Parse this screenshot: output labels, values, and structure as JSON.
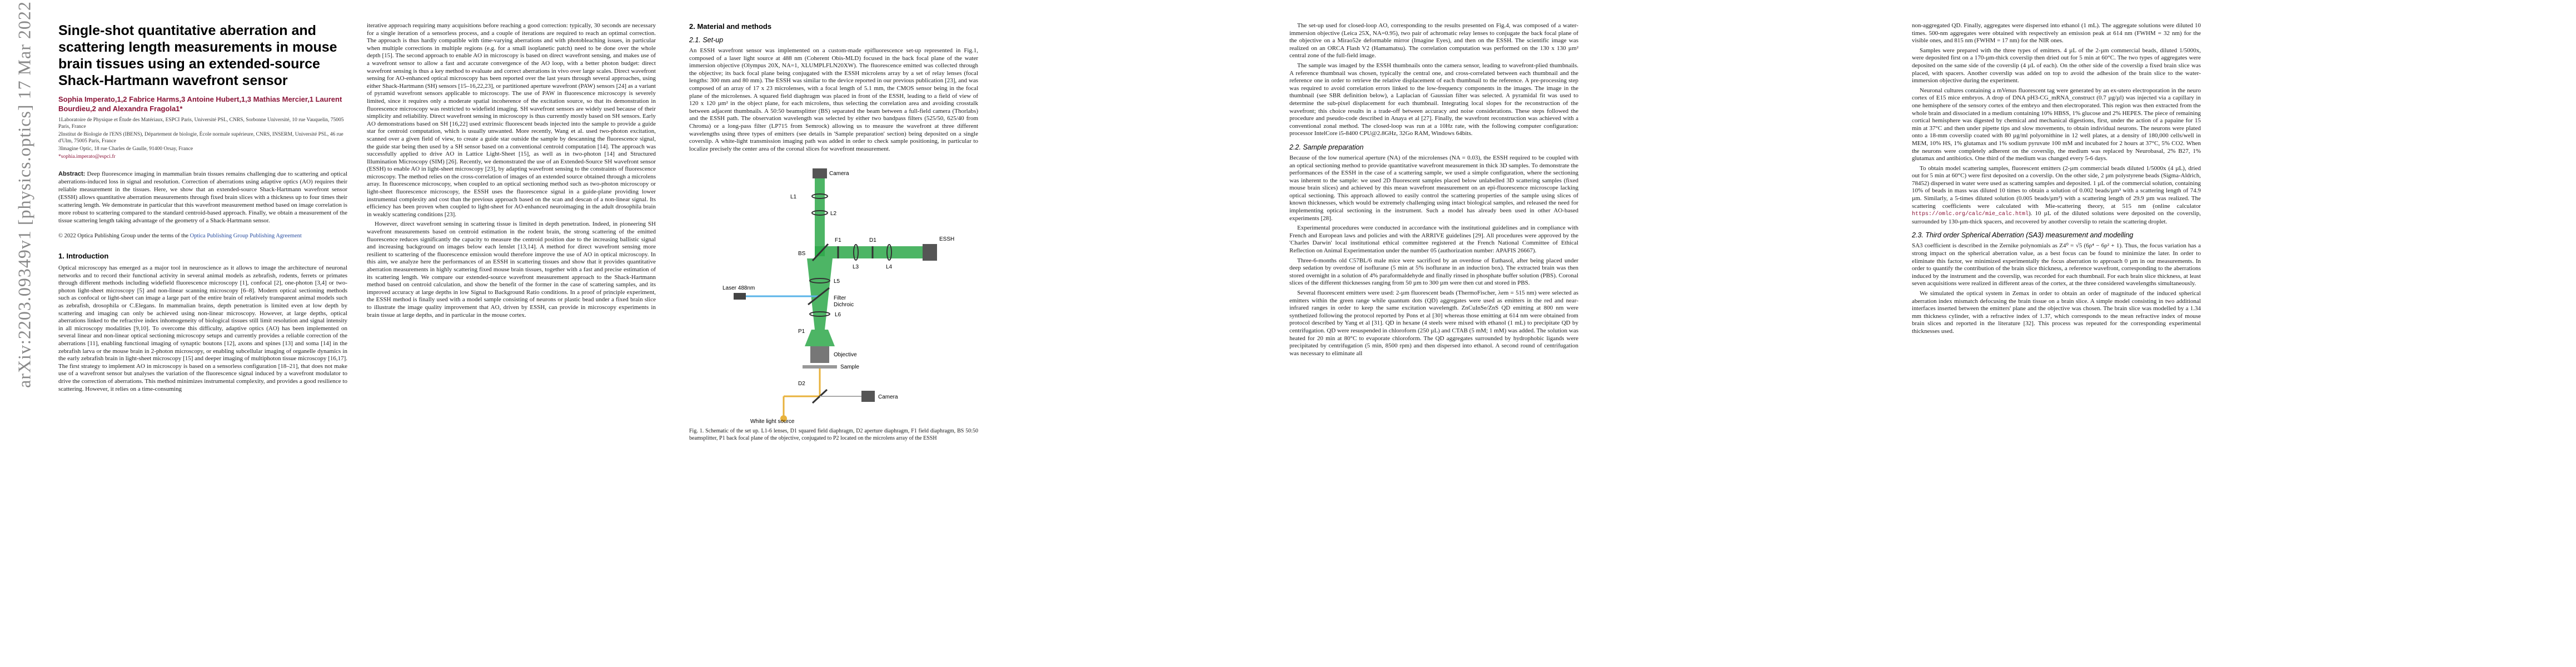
{
  "arxiv_id": "arXiv:2203.09349v1  [physics.optics]  17 Mar 2022",
  "page1": {
    "title": "Single-shot quantitative aberration and scattering length measurements in mouse brain tissues using an extended-source Shack-Hartmann wavefront sensor",
    "authors": "Sophia Imperato,1,2 Fabrice Harms,3 Antoine Hubert,1,3 Mathias Mercier,1 Laurent Bourdieu,2 and Alexandra Fragola1*",
    "affiliations": [
      "1Laboratoire de Physique et Étude des Matériaux, ESPCI Paris, Université PSL, CNRS, Sorbonne Université, 10 rue Vauquelin, 75005 Paris, France",
      "2Institut de Biologie de l'ENS (IBENS), Département de biologie, École normale supérieure, CNRS, INSERM, Université PSL, 46 rue d'Ulm, 75005 Paris, France",
      "3Imagine Optic, 18 rue Charles de Gaulle, 91400 Orsay, France"
    ],
    "email": "*sophia.imperato@espci.fr",
    "abstract_label": "Abstract:",
    "abstract": "Deep fluorescence imaging in mammalian brain tissues remains challenging due to scattering and optical aberrations-induced loss in signal and resolution. Correction of aberrations using adaptive optics (AO) requires their reliable measurement in the tissues. Here, we show that an extended-source Shack-Hartmann wavefront sensor (ESSH) allows quantitative aberration measurements through fixed brain slices with a thickness up to four times their scattering length. We demonstrate in particular that this wavefront measurement method based on image correlation is more robust to scattering compared to the standard centroid-based approach. Finally, we obtain a measurement of the tissue scattering length taking advantage of the geometry of a Shack-Hartmann sensor.",
    "copyright": "© 2022 Optica Publishing Group under the terms of the ",
    "copyright_link": "Optica Publishing Group Publishing Agreement",
    "section1": "1.   Introduction",
    "intro_p1": "Optical microscopy has emerged as a major tool in neuroscience as it allows to image the architecture of neuronal networks and to record their functional activity in several animal models as zebrafish, rodents, ferrets or primates through different methods including widefield fluorescence microscopy [1], confocal [2], one-photon [3,4] or two-photon light-sheet microscopy [5] and non-linear scanning microscopy [6–8]. Modern optical sectioning methods such as confocal or light-sheet can image a large part of the entire brain of relatively transparent animal models such as zebrafish, drosophila or C.Elegans. In mammalian brains, depth penetration is limited even at low depth by scattering and imaging can only be achieved using non-linear microscopy. However, at large depths, optical aberrations linked to the refractive index inhomogeneity of biological tissues still limit resolution and signal intensity in all microscopy modalities [9,10]. To overcome this difficulty, adaptive optics (AO) has been implemented on several linear and non-linear optical sectioning microscopy setups and currently provides a reliable correction of the aberrations [11], enabling functional imaging of synaptic boutons [12], axons and spines [13] and soma [14] in the zebrafish larva or the mouse brain in 2-photon microscopy, or enabling subcellular imaging of organelle dynamics in the early zebrafish brain in light-sheet microscopy [15] and deeper imaging of multiphoton tissue microscopy [16,17]. The first strategy to implement AO in microscopy is based on a sensorless configuration [18–21], that does not make use of a wavefront sensor but analyses the variation of the fluorescence signal induced by a wavefront modulator to drive the correction of aberrations. This method minimizes instrumental complexity, and provides a good resilience to scattering. However, it relies on a time-consuming",
    "col2_p1": "iterative approach requiring many acquisitions before reaching a good correction: typically, 30 seconds are necessary for a single iteration of a sensorless process, and a couple of iterations are required to reach an optimal correction. The approach is thus hardly compatible with time-varying aberrations and with photobleaching issues, in particular when multiple corrections in multiple regions (e.g. for a small isoplanetic patch) need to be done over the whole depth [15]. The second approach to enable AO in microscopy is based on direct wavefront sensing, and makes use of a wavefront sensor to allow a fast and accurate convergence of the AO loop, with a better photon budget: direct wavefront sensing is thus a key method to evaluate and correct aberrations in vivo over large scales. Direct wavefront sensing for AO-enhanced optical microscopy has been reported over the last years through several approaches, using either Shack-Hartmann (SH) sensors [15–16,22,23], or partitioned aperture wavefront (PAW) sensors [24] as a variant of pyramid wavefront sensors applicable to microscopy. The use of PAW in fluorescence microscopy is severely limited, since it requires only a moderate spatial incoherence of the excitation source, so that its demonstration in fluorescence microscopy was restricted to widefield imaging. SH wavefront sensors are widely used because of their simplicity and reliability. Direct wavefront sensing in microscopy is thus currently mostly based on SH sensors. Early AO demonstrations based on SH [16,22] used extrinsic fluorescent beads injected into the sample to provide a guide star for centroid computation, which is usually unwanted. More recently, Wang et al. used two-photon excitation, scanned over a given field of view, to create a guide star outside the sample by descanning the fluorescence signal, the guide star being then used by a SH sensor based on a conventional centroid computation [14]. The approach was successfully applied to drive AO in Lattice Light-Sheet [15], as well as in two-photon [14] and Structured Illumination Microscopy (SIM) [26]. Recently, we demonstrated the use of an Extended-Source SH wavefront sensor (ESSH) to enable AO in light-sheet microscopy [23], by adapting wavefront sensing to the constraints of fluorescence microscopy. The method relies on the cross-correlation of images of an extended source obtained through a microlens array. In fluorescence microscopy, when coupled to an optical sectioning method such as two-photon microscopy or light-sheet fluorescence microscopy, the ESSH uses the fluorescence signal in a guide-plane providing lower instrumental complexity and cost than the previous approach based on the scan and descan of a non-linear signal. Its efficiency has been proven when coupled to light-sheet for AO-enhanced neuroimaging in the adult drosophila brain in weakly scattering conditions [23].",
    "col2_p2": "However, direct wavefront sensing in scattering tissue is limited in depth penetration. Indeed, in pioneering SH wavefront measurements based on centroid estimation in the rodent brain, the strong scattering of the emitted fluorescence reduces significantly the capacity to measure the centroid position due to the increasing ballistic signal and increasing background on images below each lenslet [13,14]. A method for direct wavefront sensing more resilient to scattering of the fluorescence emission would therefore improve the use of AO in optical microscopy. In this aim, we analyze here the performances of an ESSH in scattering tissues and show that it provides quantitative aberration measurements in highly scattering fixed mouse brain tissues, together with a fast and precise estimation of its scattering length. We compare our extended-source wavefront measurement approach to the Shack-Hartmann method based on centroid calculation, and show the benefit of the former in the case of scattering samples, and its improved accuracy at large depths in low Signal to Background Ratio conditions. In a proof of principle experiment, the ESSH method is finally used with a model sample consisting of neurons or plastic bead under a fixed brain slice to illustrate the image quality improvement that AO, driven by ESSH, can provide in microscopy experiments in brain tissue at large depths, and in particular in the mouse cortex."
  },
  "page2": {
    "section2": "2.   Material and methods",
    "sub21": "2.1.   Set-up",
    "setup_p1": "An ESSH wavefront sensor was implemented on a custom-made epifluorescence set-up represented in Fig.1, composed of a laser light source at 488 nm (Coherent Obis-MLD) focused in the back focal plane of the water immersion objective (Olympus 20X, NA=1, XLUMPLFLN20XW). The fluorescence emitted was collected through the objective; its back focal plane being conjugated with the ESSH microlens array by a set of relay lenses (focal lengths: 300 mm and 80 mm). The ESSH was similar to the device reported in our previous publication [23], and was composed of an array of 17 x 23 microlenses, with a focal length of 5.1 mm, the CMOS sensor being in the focal plane of the microlenses. A squared field diaphragm was placed in front of the ESSH, leading to a field of view of 120 x 120 µm² in the object plane, for each microlens, thus selecting the correlation area and avoiding crosstalk between adjacent thumbnails. A 50:50 beamsplitter (BS) separated the beam between a full-field camera (Thorlabs) and the ESSH path. The observation wavelength was selected by either two bandpass filters (525/50, 625/40 from Chroma) or a long-pass filter (LP715 from Semrock) allowing us to measure the wavefront at three different wavelengths using three types of emitters (see details in 'Sample preparation' section) being deposited on a single coverslip. A white-light transmission imaging path was added in order to check sample positioning, in particular to localize precisely the center area of the coronal slices for wavefront measurement.",
    "caption": "Fig. 1. Schematic of the set up. L1-6 lenses, D1 squared field diaphragm, D2 aperture diaphragm, F1 field diaphragm, BS 50:50 beamsplitter, P1 back focal plane of the objective, conjugated to P2 located on the microlens array of the ESSH"
  },
  "figure": {
    "labels": {
      "camera_top": "Camera",
      "l2": "L2",
      "f1": "F1",
      "d1": "D1",
      "l3": "L3",
      "l4": "L4",
      "l5": "L5",
      "essh": "ESSH",
      "bs": "BS",
      "filter": "Filter",
      "dichroic": "Dichroic",
      "laser": "Laser 488nm",
      "l6": "L6",
      "l1": "L1",
      "objective": "Objective",
      "sample": "Sample",
      "p1": "P1",
      "d2": "D2",
      "camera_bottom": "Camera",
      "white_light": "White light source"
    },
    "colors": {
      "beam": "#2ea84a",
      "laser_beam": "#5ab4e8",
      "optics": "#333333"
    }
  },
  "page3": {
    "setup_p2": "The set-up used for closed-loop AO, corresponding to the results presented on Fig.4, was composed of a water-immersion objective (Leica 25X, NA=0.95), two pair of achromatic relay lenses to conjugate the back focal plane of the objective on a Mirao52e deformable mirror (Imagine Eyes), and then on the ESSH. The scientific image was realized on an ORCA Flash V2 (Hamamatsu). The correlation computation was performed on the 130 x 130 µm² central zone of the full-field image.",
    "setup_p3": "The sample was imaged by the ESSH thumbnails onto the camera sensor, leading to wavefront-plied thumbnails. A reference thumbnail was chosen, typically the central one, and cross-correlated between each thumbnail and the reference one in order to retrieve the relative displacement of each thumbnail to the reference. A pre-processing step was required to avoid correlation errors linked to the low-frequency components in the images. The image in the thumbnail (see SBR definition below), a Laplacian of Gaussian filter was selected. A pyramidal fit was used to determine the sub-pixel displacement for each thumbnail. Integrating local slopes for the reconstruction of the wavefront; this choice results in a trade-off between accuracy and noise considerations. These steps followed the procedure and pseudo-code described in Anaya et al [27]. Finally, the wavefront reconstruction was achieved with a conventional zonal method. The closed-loop was run at a 10Hz rate, with the following computer configuration: processor IntelCore i5-8400 CPU@2.8GHz, 32Go RAM, Windows 64bits.",
    "sub22": "2.2.   Sample preparation",
    "prep_p1": "Because of the low numerical aperture (NA) of the microlenses (NA = 0.03), the ESSH required to be coupled with an optical sectioning method to provide quantitative wavefront measurement in thick 3D samples. To demonstrate the performances of the ESSH in the case of a scattering sample, we used a simple configuration, where the sectioning was inherent to the sample: we used 2D fluorescent samples placed below unlabelled 3D scattering samples (fixed mouse brain slices) and achieved by this mean wavefront measurement on an epi-fluorescence microscope lacking optical sectioning. This approach allowed to easily control the scattering properties of the sample using slices of known thicknesses, which would be extremely challenging using intact biological samples, and released the need for implementing optical sectioning in the instrument. Such a model has already been used in other AO-based experiments [28].",
    "prep_p2": "Experimental procedures were conducted in accordance with the institutional guidelines and in compliance with French and European laws and policies and with the ARRIVE guidelines [29]. All procedures were approved by the 'Charles Darwin' local institutional ethical committee registered at the French National Committee of Ethical Reflection on Animal Experimentation under the number 05 (authorization number: APAFIS 26667).",
    "prep_p3": "Three-6-months old C57BL/6 male mice were sacrificed by an overdose of Euthasol, after being placed under deep sedation by overdose of isoflurane (5 min at 5% isoflurane in an induction box). The extracted brain was then stored overnight in a solution of 4% paraformaldehyde and finally rinsed in phosphate buffer solution (PBS). Coronal slices of the different thicknesses ranging from 50 µm to 300 µm were then cut and stored in PBS.",
    "prep_p4": "Several fluorescent emitters were used: 2-µm fluorescent beads (ThermoFischer, λem = 515 nm) were selected as emitters within the green range while quantum dots (QD) aggregates were used as emitters in the red and near-infrared ranges in order to keep the same excitation wavelength. ZnCuInSe/ZnS QD emitting at 800 nm were synthetized following the protocol reported by Pons et al [30] whereas those emitting at 614 nm were obtained from protocol described by Yang et al [31]. QD in hexane (4 steels were mixed with ethanol (1 mL) to precipitate QD by centrifugation. QD were resuspended in chloroform (250 µL) and CTAB (5 mM; 1 mM) was added. The solution was heated for 20 min at 80°C to evaporate chloroform. The QD aggregates surrounded by hydrophobic ligands were precipitated by centrifugation (5 min, 8500 rpm) and then dispersed into ethanol. A second round of centrifugation was necessary to eliminate all"
  },
  "page4": {
    "p1": "non-aggregated QD. Finally, aggregates were dispersed into ethanol (1 mL). The aggregate solutions were diluted 10 times. 500-nm aggregates were obtained with respectively an emission peak at 614 nm (FWHM = 32 nm) for the visible ones, and 815 nm (FWHM = 17 nm) for the NIR ones.",
    "p2": "Samples were prepared with the three types of emitters. 4 µL of the 2-µm commercial beads, diluted 1/5000x, were deposited first on a 170-µm-thick coverslip then dried out for 5 min at 60°C. The two types of aggregates were deposited on the same side of the coverslip (4 µL of each). On the other side of the coverslip a fixed brain slice was placed, with spacers. Another coverslip was added on top to avoid the adhesion of the brain slice to the water-immersion objective during the experiment.",
    "p3": "Neuronal cultures containing a mVenus fluorescent tag were generated by an ex-utero electroporation in the neuro cortex of E15 mice embryos. A drop of DNA pH3-CG_mRNA_construct (0.7 µg/µl) was injected via a capillary in one hemisphere of the sensory cortex of the embryo and then electroporated. This region was then extracted from the whole brain and dissociated in a medium containing 10% HBSS, 1% glucose and 2% HEPES. The piece of remaining cortical hemisphere was digested by chemical and mechanical digestions, first, under the action of a papaine for 15 min at 37°C and then under pipette tips and slow movements, to obtain individual neurons. The neurons were plated onto a 18-mm coverslip coated with 80 µg/ml polyornithine in 12 well plates, at a density of 180,000 cells/well in MEM, 10% HS, 1% glutamax and 1% sodium pyruvate 100 mM and incubated for 2 hours at 37°C, 5% CO2. When the neurons were completely adherent on the coverslip, the medium was replaced by Neurobasal, 2% B27, 1% glutamax and antibiotics. One third of the medium was changed every 5-6 days.",
    "p4": "To obtain model scattering samples, fluorescent emitters (2-µm commercial beads diluted 1/5000x (4 µL), dried out for 5 min at 60°C) were first deposited on a coverslip. On the other side, 2 µm polystyrene beads (Sigma-Aldrich, 78452) dispersed in water were used as scattering samples and deposited. 1 µL of the commercial solution, containing 10% of beads in mass was diluted 10 times to obtain a solution of 0.002 beads/µm³ with a scattering length of 74.9 µm. Similarly, a 5-times diluted solution (0.005 beads/µm³) with a scattering length of 29.9 µm was realized. The scattering coefficients were calculated with Mie-scattering theory, at 515 nm (online calculator ",
    "p4_url": "https://omlc.org/calc/mie_calc.html",
    "p4_end": "). 10 µL of the diluted solutions were deposited on the coverslip, surrounded by 130-µm-thick spacers, and recovered by another coverslip to retain the scattering droplet.",
    "sub23": "2.3.   Third order Spherical Aberration (SA3) measurement and modelling",
    "p5": "SA3 coefficient is described in the Zernike polynomials as Z4⁰ = √5 (6ρ⁴ − 6ρ² + 1). Thus, the focus variation has a strong impact on the spherical aberration value, as a best focus can be found to minimize the later. In order to eliminate this factor, we minimized experimentally the focus aberration to approach 0 µm in our measurements. In order to quantify the contribution of the brain slice thickness, a reference wavefront, corresponding to the aberrations induced by the instrument and the coverslip, was recorded for each thumbnail. For each brain slice thickness, at least seven acquisitions were realized in different areas of the cortex, at the three considered wavelengths simultaneously.",
    "p6": "We simulated the optical system in Zemax in order to obtain an order of magnitude of the induced spherical aberration index mismatch defocusing the brain tissue on a brain slice. A simple model consisting in two additional interfaces inserted between the emitters' plane and the objective was chosen. The brain slice was modelled by a 1.34 mm thickness cylinder, with a refractive index of 1.37, which corresponds to the mean refractive index of mouse brain slices and reported in the literature [32]. This process was repeated for the corresponding experimental thicknesses used."
  }
}
